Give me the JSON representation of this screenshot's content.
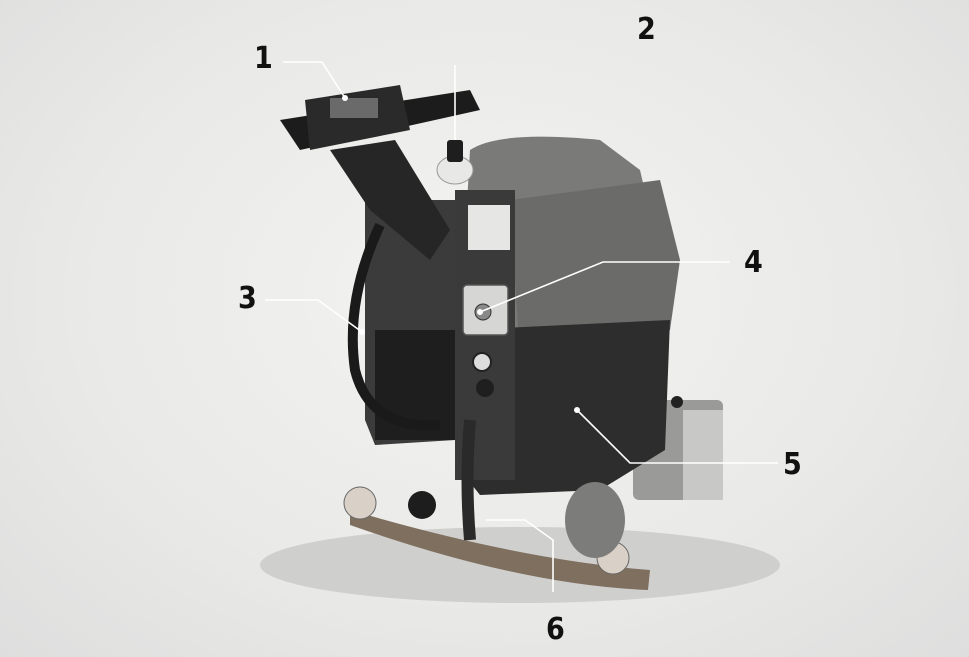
{
  "figure": {
    "description_free": true,
    "colors": {
      "background": "#ececea",
      "machine_body": "#6e6e6e",
      "machine_dark": "#2a2a2a",
      "leader_line": "#ffffff",
      "label_text": "#111111"
    },
    "callouts": [
      {
        "id": "1",
        "label": "1"
      },
      {
        "id": "2",
        "label": "2"
      },
      {
        "id": "3",
        "label": "3"
      },
      {
        "id": "4",
        "label": "4"
      },
      {
        "id": "5",
        "label": "5"
      },
      {
        "id": "6",
        "label": "6"
      }
    ]
  }
}
